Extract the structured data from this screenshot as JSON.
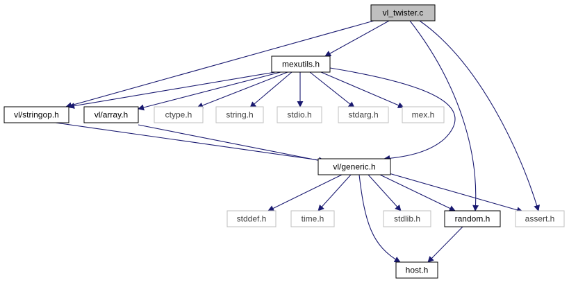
{
  "colors": {
    "background": "#ffffff",
    "edge": "#191970",
    "root_fill": "#bfbfbf",
    "node_border": "#000000",
    "external_border": "#bfbfbf",
    "text": "#000000",
    "external_text": "#404040"
  },
  "nodes": [
    {
      "id": "vl_twister_c",
      "label": "vl_twister.c",
      "kind": "root"
    },
    {
      "id": "mexutils_h",
      "label": "mexutils.h",
      "kind": "local"
    },
    {
      "id": "vl_stringop_h",
      "label": "vl/stringop.h",
      "kind": "local"
    },
    {
      "id": "vl_array_h",
      "label": "vl/array.h",
      "kind": "local"
    },
    {
      "id": "ctype_h",
      "label": "ctype.h",
      "kind": "external"
    },
    {
      "id": "string_h",
      "label": "string.h",
      "kind": "external"
    },
    {
      "id": "stdio_h",
      "label": "stdio.h",
      "kind": "external"
    },
    {
      "id": "stdarg_h",
      "label": "stdarg.h",
      "kind": "external"
    },
    {
      "id": "mex_h",
      "label": "mex.h",
      "kind": "external"
    },
    {
      "id": "vl_generic_h",
      "label": "vl/generic.h",
      "kind": "local"
    },
    {
      "id": "stddef_h",
      "label": "stddef.h",
      "kind": "external"
    },
    {
      "id": "time_h",
      "label": "time.h",
      "kind": "external"
    },
    {
      "id": "stdlib_h",
      "label": "stdlib.h",
      "kind": "external"
    },
    {
      "id": "random_h",
      "label": "random.h",
      "kind": "local"
    },
    {
      "id": "assert_h",
      "label": "assert.h",
      "kind": "external"
    },
    {
      "id": "host_h",
      "label": "host.h",
      "kind": "local"
    }
  ],
  "edges": [
    {
      "from": "vl_twister_c",
      "to": "mexutils_h"
    },
    {
      "from": "vl_twister_c",
      "to": "vl_stringop_h"
    },
    {
      "from": "vl_twister_c",
      "to": "random_h"
    },
    {
      "from": "vl_twister_c",
      "to": "assert_h"
    },
    {
      "from": "mexutils_h",
      "to": "vl_stringop_h"
    },
    {
      "from": "mexutils_h",
      "to": "vl_array_h"
    },
    {
      "from": "mexutils_h",
      "to": "ctype_h"
    },
    {
      "from": "mexutils_h",
      "to": "string_h"
    },
    {
      "from": "mexutils_h",
      "to": "stdio_h"
    },
    {
      "from": "mexutils_h",
      "to": "stdarg_h"
    },
    {
      "from": "mexutils_h",
      "to": "mex_h"
    },
    {
      "from": "mexutils_h",
      "to": "vl_generic_h"
    },
    {
      "from": "vl_stringop_h",
      "to": "vl_generic_h"
    },
    {
      "from": "vl_array_h",
      "to": "vl_generic_h"
    },
    {
      "from": "vl_generic_h",
      "to": "stddef_h"
    },
    {
      "from": "vl_generic_h",
      "to": "time_h"
    },
    {
      "from": "vl_generic_h",
      "to": "stdlib_h"
    },
    {
      "from": "vl_generic_h",
      "to": "random_h"
    },
    {
      "from": "vl_generic_h",
      "to": "assert_h"
    },
    {
      "from": "vl_generic_h",
      "to": "host_h"
    },
    {
      "from": "random_h",
      "to": "host_h"
    }
  ]
}
